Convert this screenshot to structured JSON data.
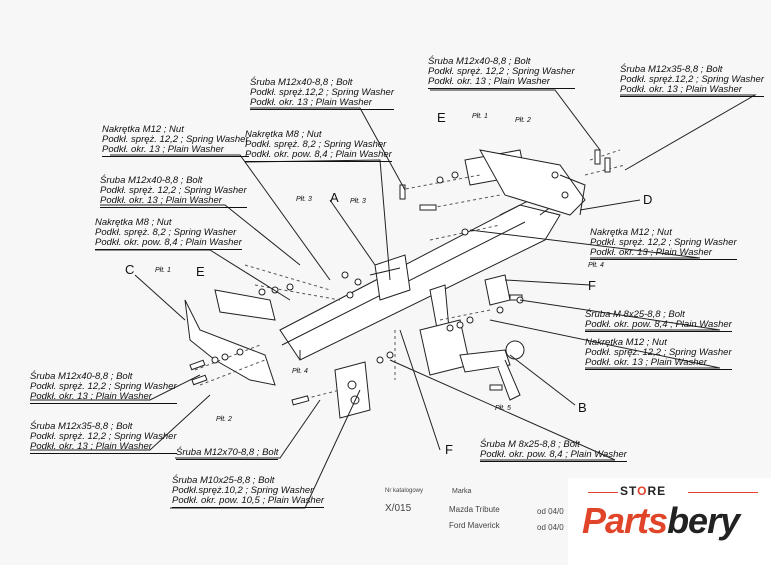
{
  "labels": {
    "top_center": [
      "Śruba M12x40-8,8 ;  Bolt",
      "Podkł. spręż.12,2 ; Spring Washer",
      "Podkł. okr. 13 ; Plain Washer"
    ],
    "top_right_1": [
      "Śruba M12x40-8,8 ;  Bolt",
      "Podkł. spręż. 12,2 ; Spring Washer",
      "Podkł. okr. 13 ; Plain Washer"
    ],
    "top_right_2": [
      "Śruba M12x35-8,8 ;  Bolt",
      "Podkł. spręż.12,2 ; Spring Washer",
      "Podkł. okr. 13 ; Plain Washer"
    ],
    "nut_m12_left": [
      "Nakrętka M12 ; Nut",
      "Podkł. spręż. 12,2 ; Spring Washer",
      "Podkł. okr. 13 ; Plain Washer"
    ],
    "nut_m8_top": [
      "Nakrętka M8 ; Nut",
      "Podkł. spręż. 8,2 ; Spring Washer",
      "Podkł. okr. pow. 8,4 ; Plain Washer"
    ],
    "bolt_left_1": [
      "Śruba M12x40-8,8 ;  Bolt",
      "Podkł. spręż. 12,2 ; Spring Washer",
      "Podkł. okr. 13 ; Plain Washer"
    ],
    "nut_m8_left": [
      "Nakrętka M8 ; Nut",
      "Podkł. spręż. 8,2 ; Spring Washer",
      "Podkł. okr. pow. 8,4 ; Plain Washer"
    ],
    "nut_m12_right": [
      "Nakrętka M12 ; Nut",
      "Podkł. spręż. 12,2 ; Spring Washer",
      "Podkł. okr. 13 ; Plain Washer"
    ],
    "bolt_m8_right": [
      "Śruba M 8x25-8,8 ;  Bolt",
      "Podkł. okr. pow. 8,4 ; Plain Washer"
    ],
    "nut_m12_right2": [
      "Nakrętka M12 ; Nut",
      "Podkł. spręż. 12,2 ; Spring Washer",
      "Podkł. okr. 13 ; Plain Washer"
    ],
    "bolt_left_2": [
      "Śruba M12x40-8,8 ;  Bolt",
      "Podkł. spręż. 12,2 ; Spring Washer",
      "Podkł. okr. 13 ; Plain Washer"
    ],
    "bolt_left_3": [
      "Śruba M12x35-8,8 ;  Bolt",
      "Podkł. spręż. 12,2 ; Spring Washer",
      "Podkł. okr. 13 ; Plain Washer"
    ],
    "bolt_m12x70": [
      "Śruba M12x70-8,8 ;  Bolt"
    ],
    "bolt_m8_bottom": [
      "Śruba M 8x25-8,8 ;  Bolt",
      "Podkł. okr. pow. 8,4 ; Plain Washer"
    ],
    "bolt_m10": [
      "Śruba M10x25-8,8 ;  Bolt",
      "Podkł.spręż.10,2 ; Spring Washer",
      "Podkł. okr. pow. 10,5 ; Plain Washer"
    ]
  },
  "letters": {
    "A": "A",
    "B": "B",
    "C": "C",
    "D": "D",
    "E1": "E",
    "E2": "E",
    "F1": "F",
    "F2": "F"
  },
  "tags": {
    "plt1a": "Płt. 1",
    "plt1b": "Płt. 1",
    "plt2a": "Płt. 2",
    "plt2b": "Płt. 2",
    "plt3a": "Płt. 3",
    "plt3b": "Płt. 3",
    "plt4a": "Płt. 4",
    "plt4b": "Płt. 4",
    "plt5": "Płt. 5"
  },
  "table": {
    "catalog_header": "Nr katalogowy",
    "brand_header": "Marka",
    "code": "X/015",
    "models": [
      "Mazda Tribute",
      "Ford Maverick"
    ],
    "dates": [
      "od 04/0",
      "od 04/0"
    ]
  },
  "brand": {
    "store_prefix": "ST",
    "store_o": "O",
    "store_suffix": "RE",
    "name_1": "Parts",
    "name_2": "bery"
  }
}
